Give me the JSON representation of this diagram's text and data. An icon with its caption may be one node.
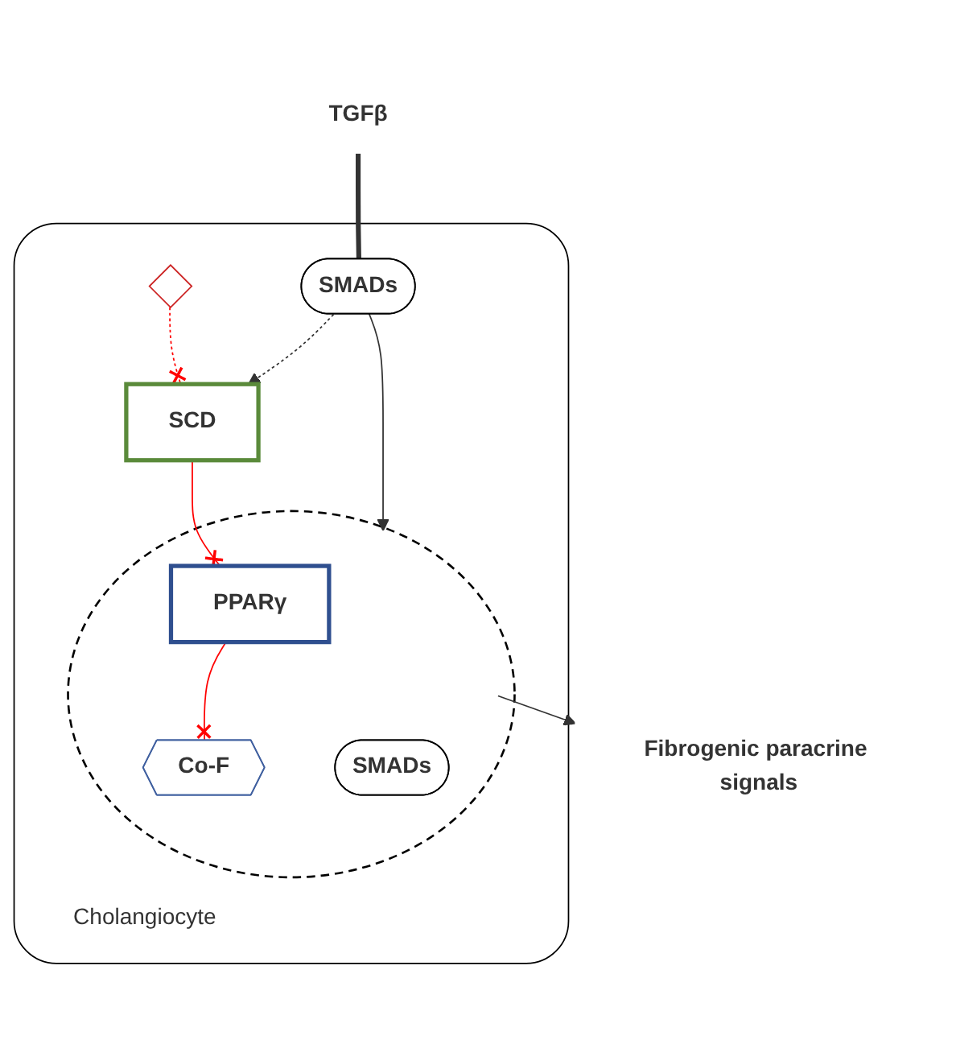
{
  "diagram": {
    "nodes": [
      {
        "text": [
          "Cholangiocyte"
        ]
      },
      {
        "text": [
          "TGFβ"
        ]
      },
      {
        "text": [
          "SMADs"
        ],
        "in": 0
      },
      {
        "text": [],
        "shape": "diamond",
        "in": 0
      },
      {
        "text": [
          "SCD"
        ],
        "in": 0
      },
      {
        "text": [],
        "shape": "ellipse",
        "in": 0
      },
      {
        "text": [
          "PPARγ"
        ],
        "in": 5
      },
      {
        "text": [
          "Co-F"
        ],
        "in": 5
      },
      {
        "text": [
          "SMADs"
        ],
        "in": 5
      },
      {
        "text": [
          "Fibrogenic paracrine signals"
        ]
      }
    ],
    "edges": [
      {
        "from": 1,
        "to": 2,
        "arrow": "none",
        "style": "thick"
      },
      {
        "from": 3,
        "to": 4,
        "arrow": "other",
        "style": "dashed",
        "color": "#ff0000"
      },
      {
        "from": 2,
        "to": 4,
        "arrow": "to",
        "style": "dashed"
      },
      {
        "from": 2,
        "to": 5,
        "arrow": "to"
      },
      {
        "from": 4,
        "to": 6,
        "arrow": "other",
        "color": "#ff0000"
      },
      {
        "from": 6,
        "to": 7,
        "arrow": "other",
        "color": "#ff0000"
      },
      {
        "from": 5,
        "to": 9,
        "arrow": "to"
      }
    ]
  }
}
